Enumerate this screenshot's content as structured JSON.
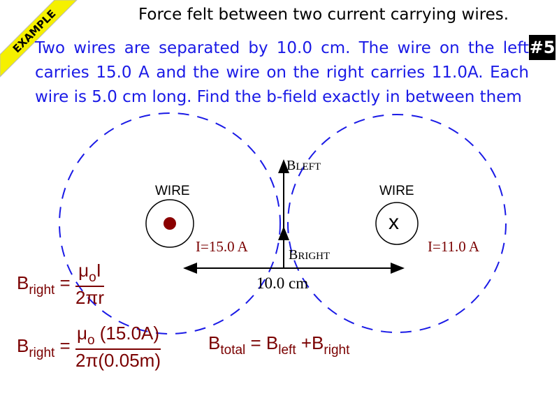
{
  "banner": "EXAMPLE",
  "title": "Force felt between two current carrying wires.",
  "problem": "Two wires are separated by 10.0 cm. The wire on the left carries 15.0 A and the wire on the right carries 11.0A. Each wire is 5.0 cm long. Find the b-field exactly in between them",
  "badge": "#5",
  "diagram": {
    "left_wire_label": "WIRE",
    "right_wire_label": "WIRE",
    "right_wire_symbol": "x",
    "left_current": "I=15.0 A",
    "right_current": "I=11.0 A",
    "b_left": {
      "base": "B",
      "sub": "LEFT"
    },
    "b_right": {
      "base": "B",
      "sub": "RIGHT"
    },
    "distance": "10.0 cm"
  },
  "equations": {
    "eq1": {
      "lhs": "B",
      "lhs_sub": "right",
      "eq": "=",
      "num": "μ",
      "num_sub": "o",
      "num_tail": "I",
      "den": "2πr"
    },
    "eq2": {
      "lhs": "B",
      "lhs_sub": "right",
      "eq": "=",
      "num": "μ",
      "num_sub": "o",
      "num_tail": "(15.0A)",
      "den": "2π(0.05m)"
    },
    "eq3": {
      "lhs": "B",
      "lhs_sub": "total",
      "eq": "=",
      "t1": "B",
      "t1_sub": "left",
      "plus": "+",
      "t2": "B",
      "t2_sub": "right"
    }
  },
  "colors": {
    "problem": "#1a1ae6",
    "equations": "#7a0000",
    "banner": "#f5f000",
    "field_lines": "#1a1ae6"
  }
}
